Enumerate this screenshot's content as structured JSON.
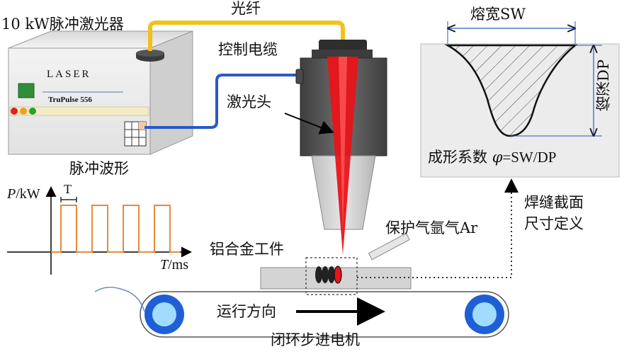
{
  "labels": {
    "laser_power": "10 kW脉冲激光器",
    "fiber": "光纤",
    "control_cable": "控制电缆",
    "laser_head": "激光头",
    "pulse_waveform": "脉冲波形",
    "p_axis_p": "P",
    "p_axis_unit": "/kW",
    "period": "T",
    "t_axis_t": "T",
    "t_axis_unit": "/ms",
    "workpiece": "铝合金工件",
    "shielding_gas": "保护气氩气Ar",
    "conveyor_direction": "运行方向",
    "motor": "闭环步进电机",
    "weld_width": "熔宽SW",
    "weld_depth": "熔深DP",
    "forming_coefficient_prefix": "成形系数",
    "forming_coefficient_phi": "φ",
    "forming_coefficient_expr": "=SW/DP",
    "section_definition_line1": "焊缝截面",
    "section_definition_line2": "尺寸定义"
  },
  "laser_device": {
    "brand": "LASER",
    "model": "TruPulse 556"
  },
  "colors": {
    "fiber": "#f0c21a",
    "cable": "#2a59c8",
    "beam": "#e8141a",
    "pulse": "#e8893c",
    "wheel_outer": "#1f5fd6",
    "wheel_inner": "#9fdcff",
    "head": "#5a5a5a",
    "section_bg": "#ececec"
  }
}
